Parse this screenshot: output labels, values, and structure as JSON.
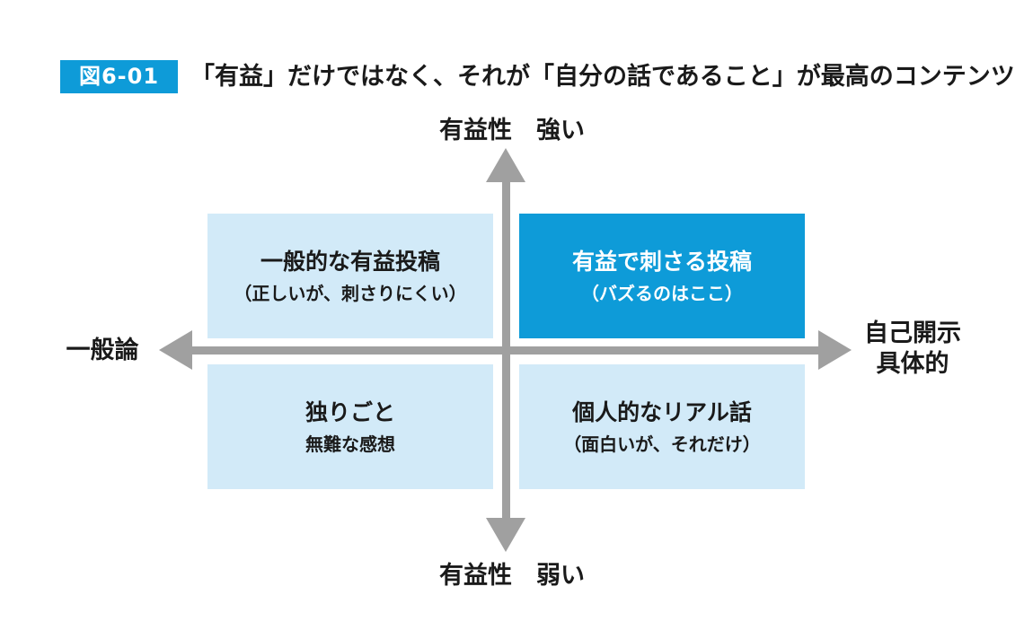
{
  "figure": {
    "badge": "図6-01",
    "title": "「有益」だけではなく、それが「自分の話であること」が最高のコンテンツ"
  },
  "axes": {
    "top": "有益性　強い",
    "bottom": "有益性　弱い",
    "left": "一般論",
    "right_line1": "自己開示",
    "right_line2": "具体的"
  },
  "quadrants": {
    "top_left": {
      "main": "一般的な有益投稿",
      "sub": "（正しいが、刺さりにくい）"
    },
    "top_right": {
      "main": "有益で刺さる投稿",
      "sub": "（バズるのはここ）"
    },
    "bottom_left": {
      "main": "独りごと",
      "sub": "無難な感想"
    },
    "bottom_right": {
      "main": "個人的なリアル話",
      "sub": "（面白いが、それだけ）"
    }
  },
  "colors": {
    "accent": "#0e9bd8",
    "quadrant_fill": "#d2eaf8",
    "axis": "#a0a0a0"
  }
}
